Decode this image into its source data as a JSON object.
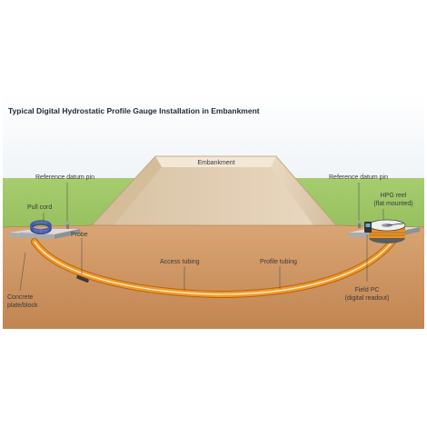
{
  "title": "Typical Digital Hydrostatic Profile Gauge Installation in Embankment",
  "labels": {
    "embankment": "Embankment",
    "ref_pin_left": "Reference datum pin",
    "ref_pin_right": "Reference datum pin",
    "pull_cord": "Pull cord",
    "hpg_reel_line1": "HPG reel",
    "hpg_reel_line2": "(flat mounted)",
    "probe": "Probe",
    "access_tubing": "Access tubing",
    "profile_tubing": "Profile tubing",
    "concrete_line1": "Concrete",
    "concrete_line2": "plate/block",
    "field_pc_line1": "Field PC",
    "field_pc_line2": "(digital readout)"
  },
  "colors": {
    "sky": "#dde7ee",
    "grass": "#84b34c",
    "soil": "#c98f5e",
    "embankment": "#ecdcc6",
    "tubing": "#f08a1a",
    "concrete": "#bfc1c3"
  }
}
